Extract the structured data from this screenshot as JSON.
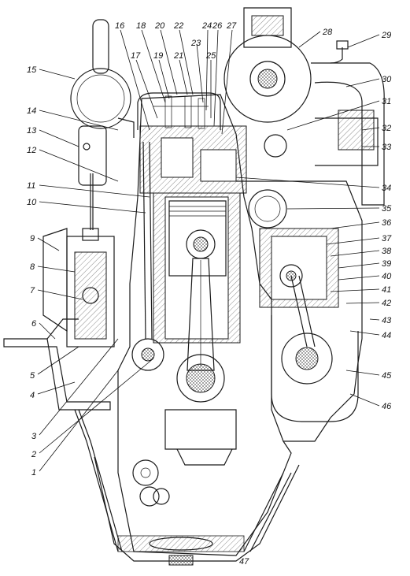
{
  "figure": {
    "colors": {
      "ink": "#1a1a1a",
      "paper": "#ffffff"
    },
    "callouts": [
      "1",
      "2",
      "3",
      "4",
      "5",
      "6",
      "7",
      "8",
      "9",
      "10",
      "11",
      "12",
      "13",
      "14",
      "15",
      "16",
      "17",
      "18",
      "19",
      "20",
      "21",
      "22",
      "23",
      "24",
      "25",
      "26",
      "27",
      "28",
      "29",
      "30",
      "31",
      "32",
      "33",
      "34",
      "35",
      "36",
      "37",
      "38",
      "39",
      "40",
      "41",
      "42",
      "43",
      "44",
      "45",
      "46",
      "47"
    ]
  }
}
